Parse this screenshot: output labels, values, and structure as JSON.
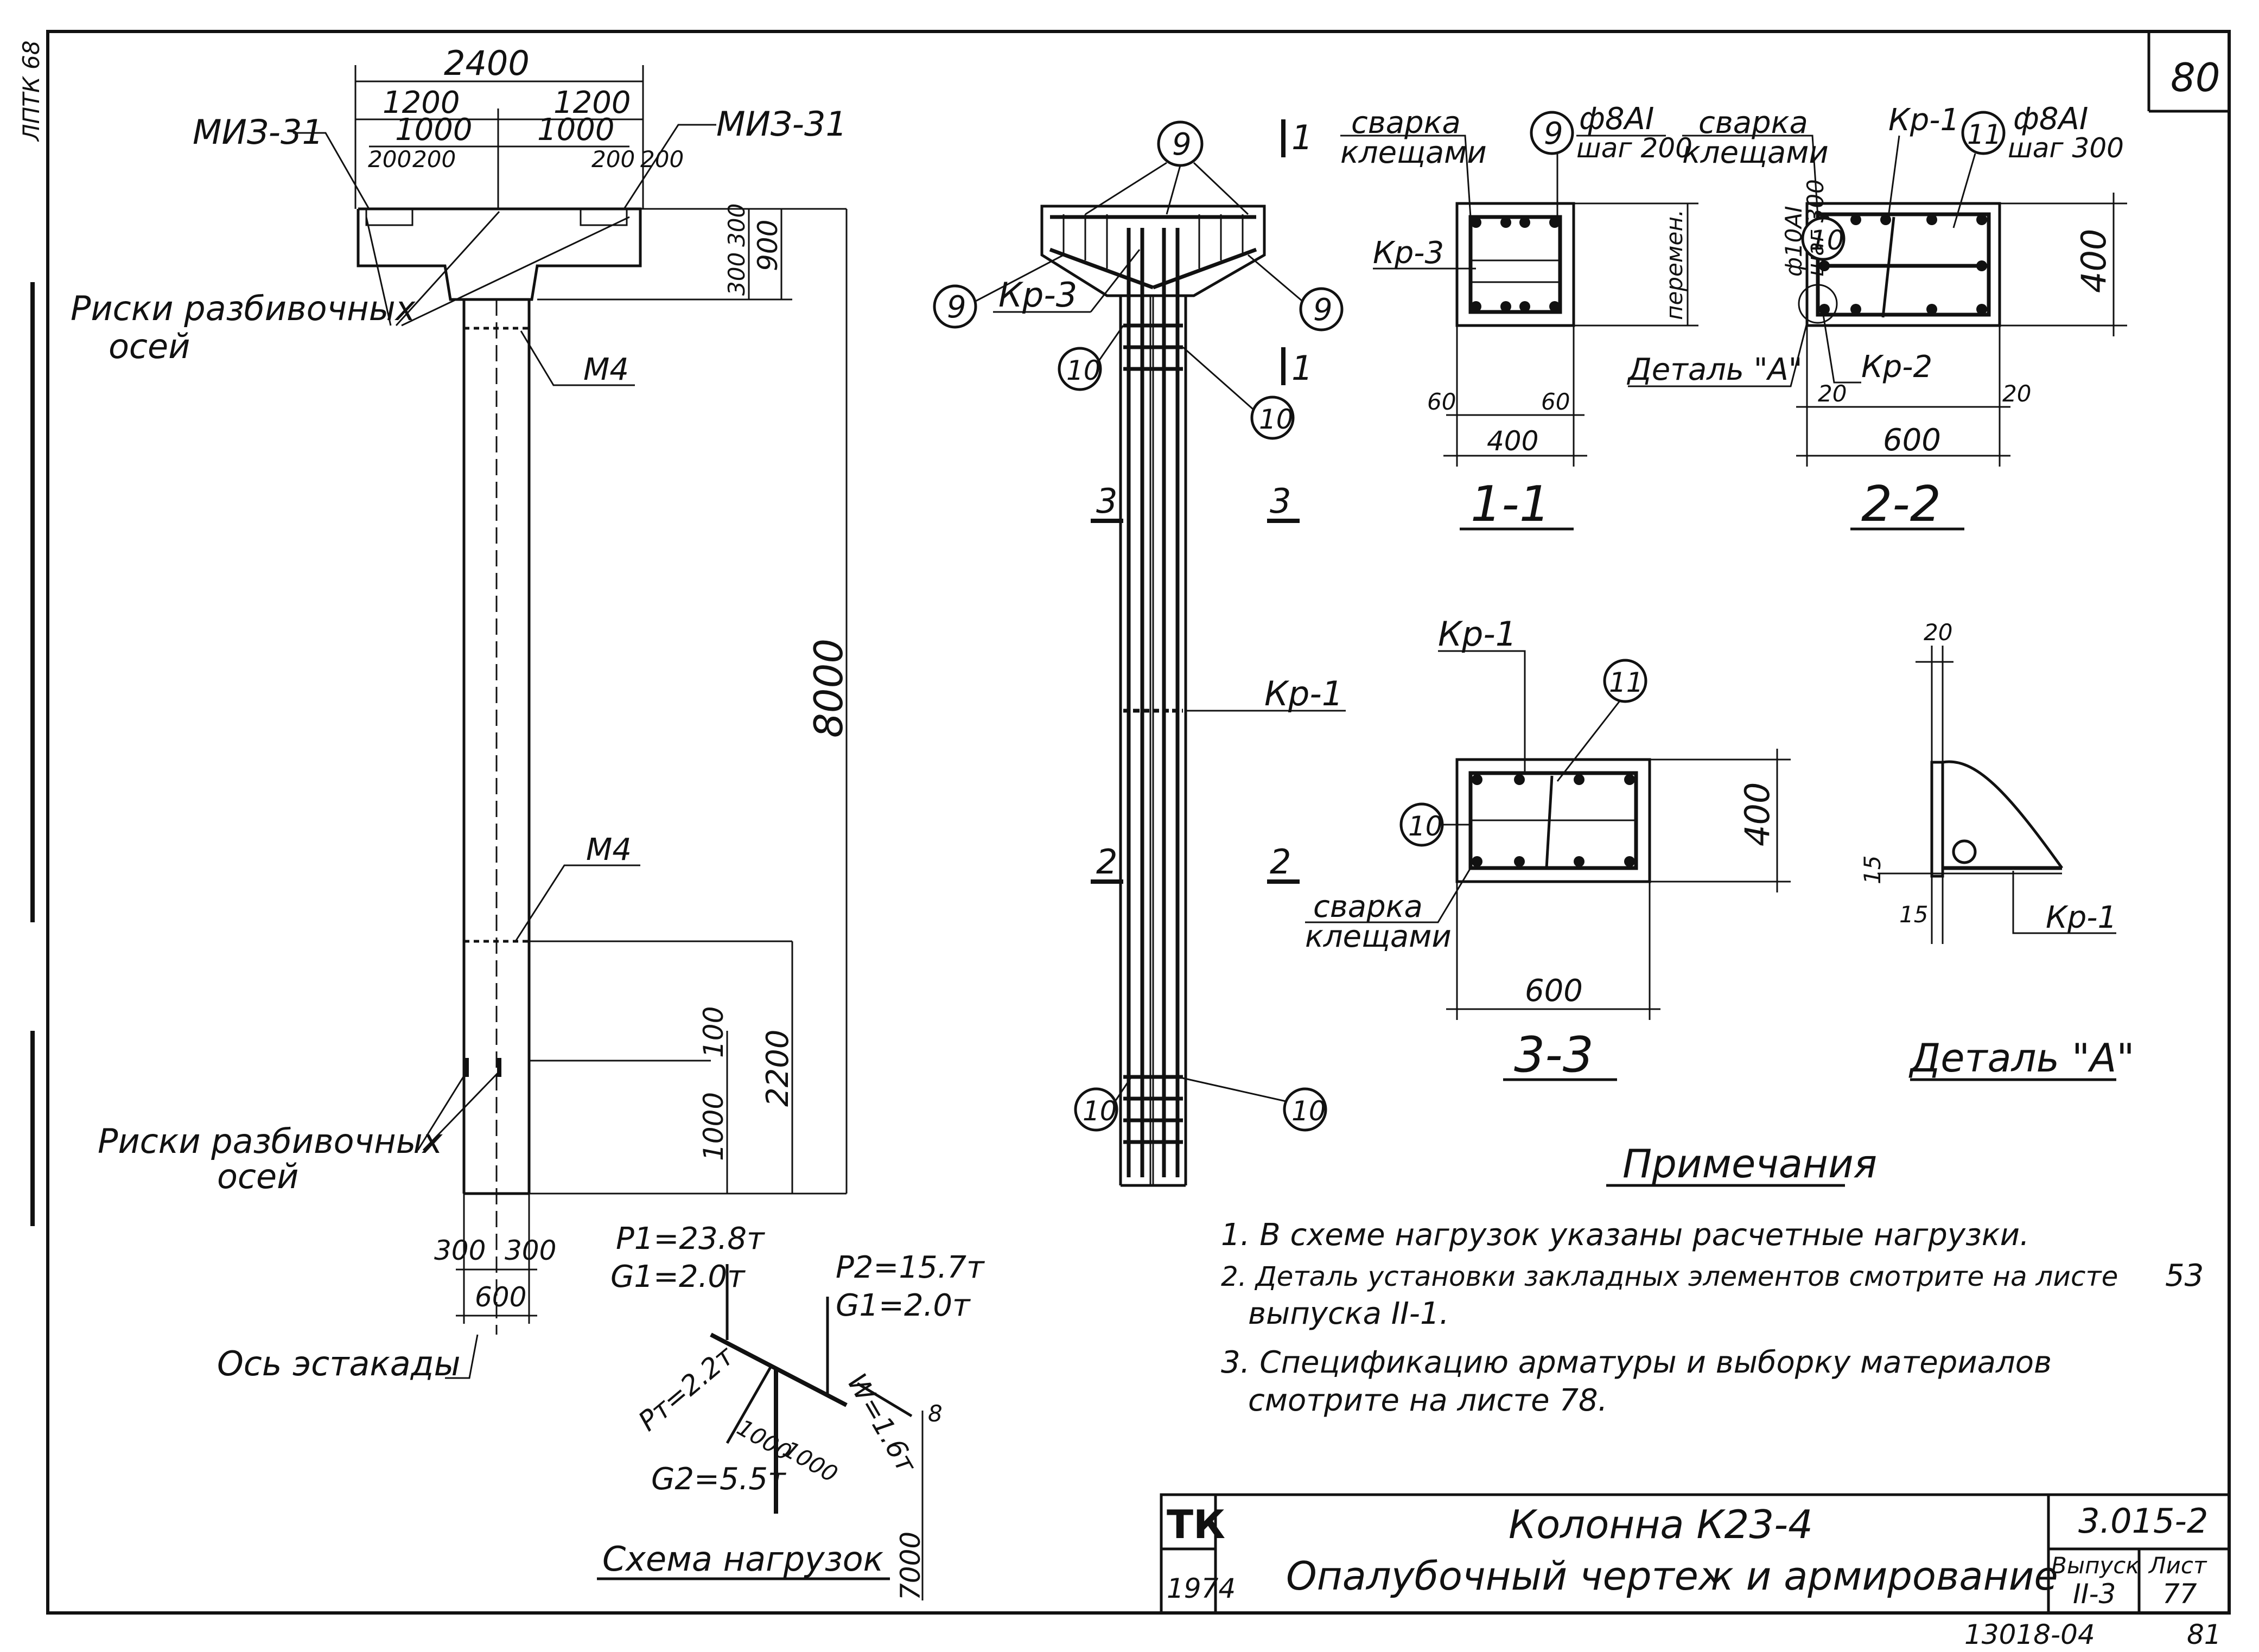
{
  "sheet_corner_number": "80",
  "left_margin": {
    "stamp": "ЛПТК 68"
  },
  "elevation": {
    "dims": {
      "overall_width": "2400",
      "half_left": "1200",
      "half_right": "1200",
      "inner_left": "1000",
      "inner_right": "1000",
      "plate_a": "200",
      "plate_b": "200",
      "plate_c": "200",
      "plate_d": "200",
      "cap_top": "300",
      "cap_mid": "300",
      "cap_total": "900",
      "height_total": "8000",
      "lower_a": "100",
      "lower_b": "1000",
      "lower_total": "2200",
      "base_left": "300",
      "base_right": "300",
      "base_width": "600"
    },
    "labels": {
      "mi_left": "МИЗ-31",
      "mi_right": "МИЗ-31",
      "m4_top": "М4",
      "m4_mid": "М4",
      "axes_top_1": "Риски разбивочных",
      "axes_top_2": "осей",
      "axes_bot_1": "Риски разбивочных",
      "axes_bot_2": "осей",
      "trestle_axis": "Ось эстакады"
    }
  },
  "reinforcement": {
    "bubble_9": "9",
    "bubble_10": "10",
    "cage_kr3": "Кр-3",
    "cage_kr1": "Кр-1",
    "cut_1": "1",
    "cut_2": "2",
    "cut_3": "3"
  },
  "section_1_1": {
    "title": "1-1",
    "welding_1": "сварка",
    "welding_2": "клещами",
    "bar_spec": "ф8АI",
    "pitch": "шаг 200",
    "cage": "Кр-3",
    "variable": "перемен.",
    "dim_left": "60",
    "dim_right": "60",
    "dim_width": "400",
    "bubble": "9"
  },
  "section_2_2": {
    "title": "2-2",
    "welding_1": "сварка",
    "welding_2": "клещами",
    "cage_top": "Кр-1",
    "bar_spec": "ф8АI",
    "pitch": "шаг 300",
    "bar_spec_2": "ф10АI",
    "pitch_2": "шаг 300",
    "detail_ref": "Деталь \"А\"",
    "cage_bottom": "Кр-2",
    "dim_height": "400",
    "dim_left": "20",
    "dim_right": "20",
    "dim_width": "600",
    "bubble_10": "10",
    "bubble_11": "11"
  },
  "section_3_3": {
    "title": "3-3",
    "cage": "Кр-1",
    "welding_1": "сварка",
    "welding_2": "клещами",
    "dim_height": "400",
    "dim_width": "600",
    "bubble_10": "10",
    "bubble_11": "11"
  },
  "detail_a": {
    "title": "Деталь \"А\"",
    "dim_top": "20",
    "dim_side": "15",
    "dim_bottom": "15",
    "cage": "Кр-1"
  },
  "load_scheme": {
    "title": "Схема нагрузок",
    "p1": "P1=23.8т",
    "g1_left": "G1=2.0т",
    "p2": "P2=15.7т",
    "g1_right": "G1=2.0т",
    "pt": "Pт=2.2т",
    "w": "W=1.6т",
    "g2": "G2=5.5т",
    "d1": "1000",
    "d2": "1000",
    "d3": "7000",
    "d4": "8"
  },
  "notes": {
    "heading": "Примечания",
    "items": [
      "1. В схеме нагрузок указаны расчетные нагрузки.",
      "2. Деталь установки закладных элементов смотрите на листе",
      "выпуска II-1.",
      "3. Спецификацию арматуры и выборку материалов",
      "смотрите на листе 78."
    ],
    "sheet_ref": "53"
  },
  "title_block": {
    "org": "ТК",
    "year": "1974",
    "title": "Колонна К23-4",
    "subtitle": "Опалубочный чертеж и армирование",
    "series": "3.015-2",
    "issue_label": "Выпуск",
    "issue_value": "II-3",
    "sheet_label": "Лист",
    "sheet_value": "77"
  },
  "footer": {
    "archive_no": "13018-04",
    "page": "81"
  }
}
